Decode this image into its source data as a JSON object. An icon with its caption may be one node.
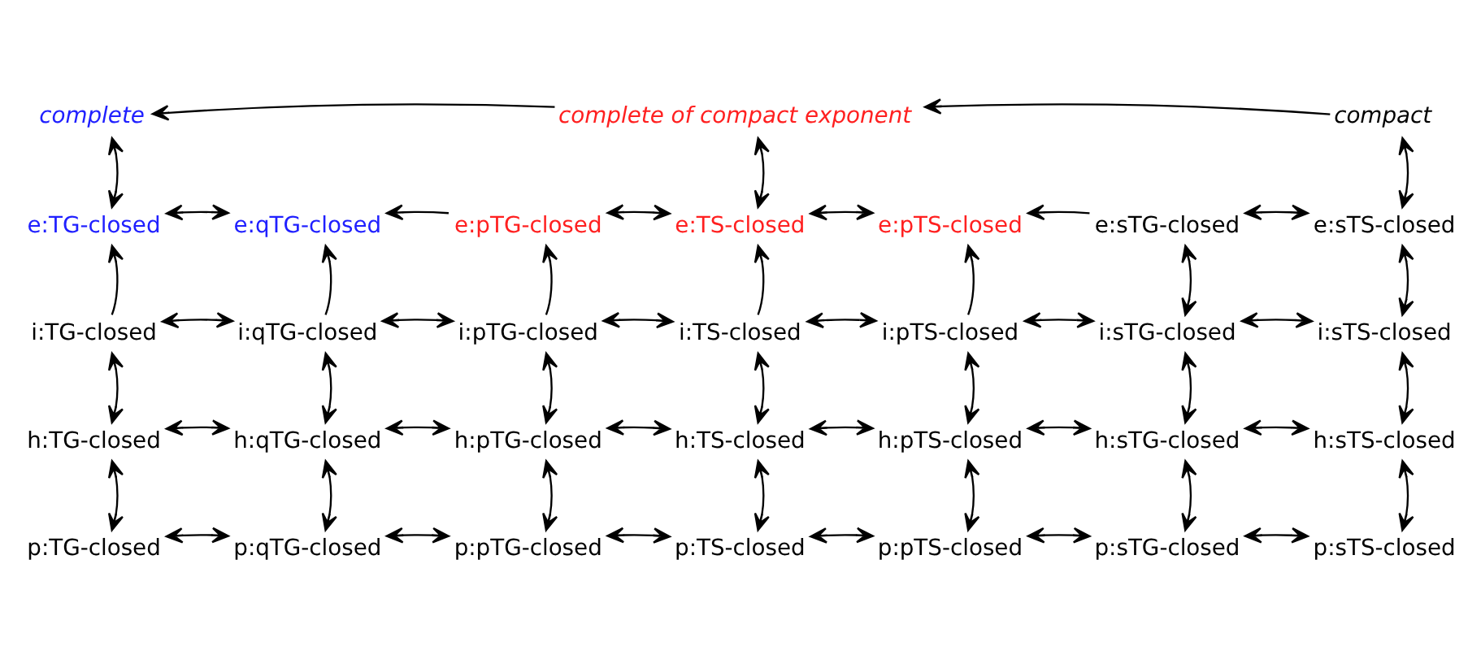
{
  "diagram": {
    "nodes": [
      {
        "text": [
          "complete"
        ]
      },
      {
        "text": [
          "complete of compact exponent"
        ]
      },
      {
        "text": [
          "compact"
        ]
      },
      {
        "text": [
          "e:TG-closed"
        ]
      },
      {
        "text": [
          "e:qTG-closed"
        ]
      },
      {
        "text": [
          "e:pTG-closed"
        ]
      },
      {
        "text": [
          "e:TS-closed"
        ]
      },
      {
        "text": [
          "e:pTS-closed"
        ]
      },
      {
        "text": [
          "e:sTG-closed"
        ]
      },
      {
        "text": [
          "e:sTS-closed"
        ]
      },
      {
        "text": [
          "i:TG-closed"
        ]
      },
      {
        "text": [
          "i:qTG-closed"
        ]
      },
      {
        "text": [
          "i:pTG-closed"
        ]
      },
      {
        "text": [
          "i:TS-closed"
        ]
      },
      {
        "text": [
          "i:pTS-closed"
        ]
      },
      {
        "text": [
          "i:sTG-closed"
        ]
      },
      {
        "text": [
          "i:sTS-closed"
        ]
      },
      {
        "text": [
          "h:TG-closed"
        ]
      },
      {
        "text": [
          "h:qTG-closed"
        ]
      },
      {
        "text": [
          "h:pTG-closed"
        ]
      },
      {
        "text": [
          "h:TS-closed"
        ]
      },
      {
        "text": [
          "h:pTS-closed"
        ]
      },
      {
        "text": [
          "h:sTG-closed"
        ]
      },
      {
        "text": [
          "h:sTS-closed"
        ]
      },
      {
        "text": [
          "p:TG-closed"
        ]
      },
      {
        "text": [
          "p:qTG-closed"
        ]
      },
      {
        "text": [
          "p:pTG-closed"
        ]
      },
      {
        "text": [
          "p:TS-closed"
        ]
      },
      {
        "text": [
          "p:pTS-closed"
        ]
      },
      {
        "text": [
          "p:sTG-closed"
        ]
      },
      {
        "text": [
          "p:sTS-closed"
        ]
      }
    ],
    "edges": [
      {
        "from": 2,
        "to": 1,
        "arrow": "to"
      },
      {
        "from": 1,
        "to": 0,
        "arrow": "to"
      },
      {
        "from": 0,
        "to": 3,
        "arrow": "both"
      },
      {
        "from": 1,
        "to": 6,
        "arrow": "both"
      },
      {
        "from": 2,
        "to": 9,
        "arrow": "both"
      },
      {
        "from": 3,
        "to": 4,
        "arrow": "both"
      },
      {
        "from": 5,
        "to": 4,
        "arrow": "to"
      },
      {
        "from": 5,
        "to": 6,
        "arrow": "both"
      },
      {
        "from": 6,
        "to": 7,
        "arrow": "both"
      },
      {
        "from": 8,
        "to": 7,
        "arrow": "to"
      },
      {
        "from": 8,
        "to": 9,
        "arrow": "both"
      },
      {
        "from": 10,
        "to": 3,
        "arrow": "to"
      },
      {
        "from": 11,
        "to": 4,
        "arrow": "to"
      },
      {
        "from": 12,
        "to": 5,
        "arrow": "to"
      },
      {
        "from": 13,
        "to": 6,
        "arrow": "to"
      },
      {
        "from": 14,
        "to": 7,
        "arrow": "to"
      },
      {
        "from": 8,
        "to": 15,
        "arrow": "both"
      },
      {
        "from": 9,
        "to": 16,
        "arrow": "both"
      },
      {
        "from": 10,
        "to": 11,
        "arrow": "both"
      },
      {
        "from": 11,
        "to": 12,
        "arrow": "both"
      },
      {
        "from": 12,
        "to": 13,
        "arrow": "both"
      },
      {
        "from": 13,
        "to": 14,
        "arrow": "both"
      },
      {
        "from": 14,
        "to": 15,
        "arrow": "both"
      },
      {
        "from": 15,
        "to": 16,
        "arrow": "both"
      },
      {
        "from": 10,
        "to": 17,
        "arrow": "both"
      },
      {
        "from": 11,
        "to": 18,
        "arrow": "both"
      },
      {
        "from": 12,
        "to": 19,
        "arrow": "both"
      },
      {
        "from": 13,
        "to": 20,
        "arrow": "both"
      },
      {
        "from": 14,
        "to": 21,
        "arrow": "both"
      },
      {
        "from": 15,
        "to": 22,
        "arrow": "both"
      },
      {
        "from": 16,
        "to": 23,
        "arrow": "both"
      },
      {
        "from": 17,
        "to": 18,
        "arrow": "both"
      },
      {
        "from": 18,
        "to": 19,
        "arrow": "both"
      },
      {
        "from": 19,
        "to": 20,
        "arrow": "both"
      },
      {
        "from": 20,
        "to": 21,
        "arrow": "both"
      },
      {
        "from": 21,
        "to": 22,
        "arrow": "both"
      },
      {
        "from": 22,
        "to": 23,
        "arrow": "both"
      },
      {
        "from": 17,
        "to": 24,
        "arrow": "both"
      },
      {
        "from": 18,
        "to": 25,
        "arrow": "both"
      },
      {
        "from": 19,
        "to": 26,
        "arrow": "both"
      },
      {
        "from": 20,
        "to": 27,
        "arrow": "both"
      },
      {
        "from": 21,
        "to": 28,
        "arrow": "both"
      },
      {
        "from": 22,
        "to": 29,
        "arrow": "both"
      },
      {
        "from": 23,
        "to": 30,
        "arrow": "both"
      },
      {
        "from": 24,
        "to": 25,
        "arrow": "both"
      },
      {
        "from": 25,
        "to": 26,
        "arrow": "both"
      },
      {
        "from": 26,
        "to": 27,
        "arrow": "both"
      },
      {
        "from": 27,
        "to": 28,
        "arrow": "both"
      },
      {
        "from": 28,
        "to": 29,
        "arrow": "both"
      },
      {
        "from": 29,
        "to": 30,
        "arrow": "both"
      }
    ]
  }
}
